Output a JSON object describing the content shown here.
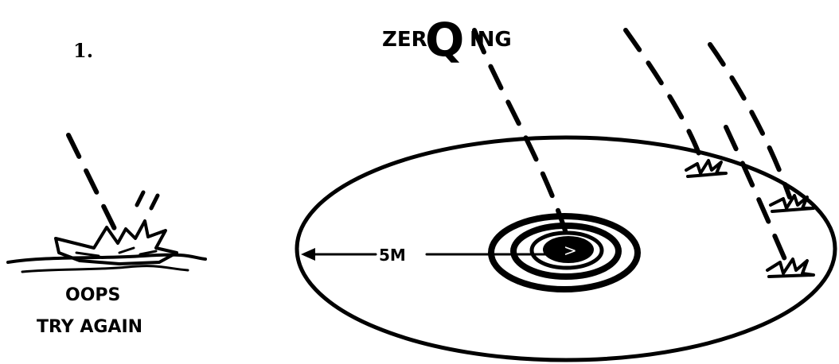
{
  "panel_number": "1.",
  "title": {
    "prefix": "ZER",
    "big_letter": "Q",
    "suffix": "ING"
  },
  "miss_label": {
    "line1": "OOPS",
    "line2": "TRY AGAIN"
  },
  "target": {
    "radius_label": "5M",
    "bullseye_symbol": ">"
  }
}
